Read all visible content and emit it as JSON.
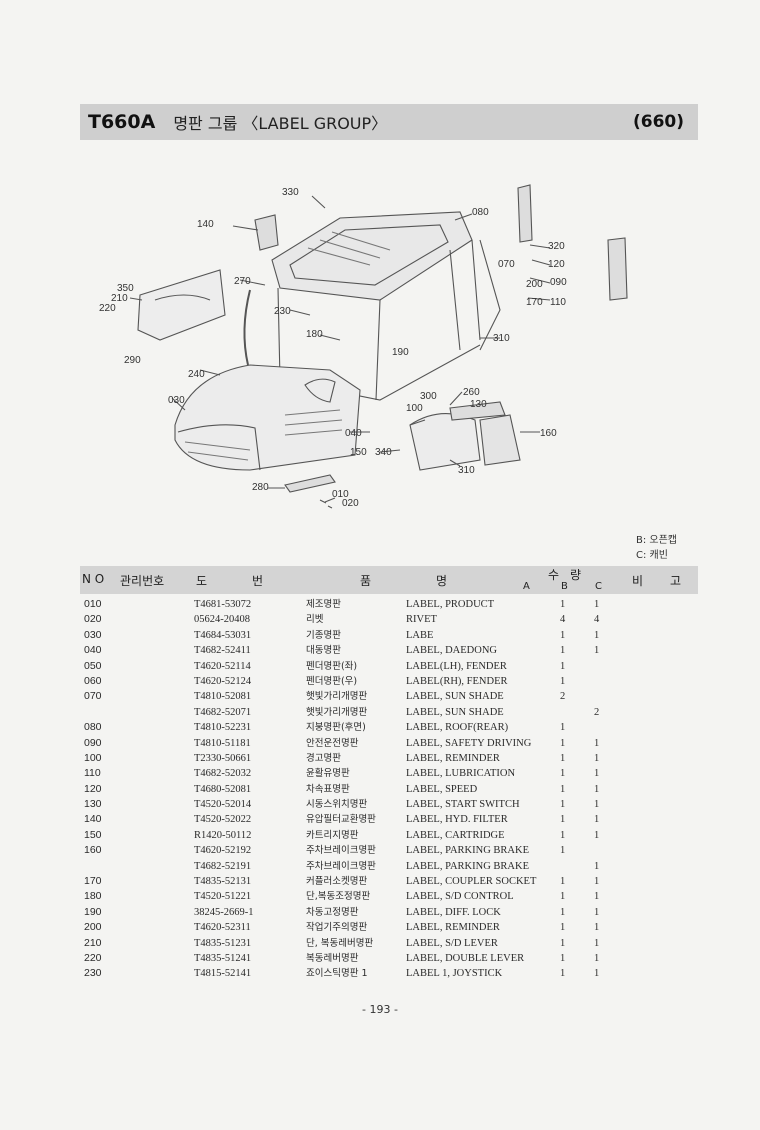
{
  "header": {
    "model": "T660A",
    "group": "명판 그룹 〈LABEL GROUP〉",
    "code": "(660)"
  },
  "diagram": {
    "callouts": [
      "330",
      "140",
      "080",
      "320",
      "070",
      "120",
      "270",
      "350",
      "210",
      "220",
      "200",
      "090",
      "170",
      "110",
      "230",
      "180",
      "310",
      "290",
      "190",
      "240",
      "260",
      "300",
      "130",
      "030",
      "100",
      "040",
      "160",
      "150",
      "340",
      "310",
      "280",
      "010",
      "020"
    ]
  },
  "legend": {
    "b": "B: 오픈캡",
    "c": "C: 캐빈"
  },
  "table": {
    "headers": {
      "no": "N O",
      "mgmt": "관리번호",
      "drawing": "도",
      "drawing2": "번",
      "name": "품",
      "name2": "명",
      "qty": "수",
      "qty2": "량",
      "a": "A",
      "b": "B",
      "c": "C",
      "remark": "비",
      "remark2": "고"
    },
    "rows": [
      {
        "no": "010",
        "part": "T4681-53072",
        "kr": "제조명판",
        "en": "LABEL, PRODUCT",
        "b": "1",
        "c": "1"
      },
      {
        "no": "020",
        "part": "05624-20408",
        "kr": "리벳",
        "en": "RIVET",
        "b": "4",
        "c": "4"
      },
      {
        "no": "030",
        "part": "T4684-53031",
        "kr": "기종명판",
        "en": "LABE",
        "b": "1",
        "c": "1"
      },
      {
        "no": "040",
        "part": "T4682-52411",
        "kr": "대동명판",
        "en": "LABEL, DAEDONG",
        "b": "1",
        "c": "1"
      },
      {
        "no": "050",
        "part": "T4620-52114",
        "kr": "펜더명판(좌)",
        "en": "LABEL(LH), FENDER",
        "b": "1",
        "c": ""
      },
      {
        "no": "060",
        "part": "T4620-52124",
        "kr": "펜더명판(우)",
        "en": "LABEL(RH), FENDER",
        "b": "1",
        "c": ""
      },
      {
        "no": "070",
        "part": "T4810-52081",
        "kr": "햇빛가리개명판",
        "en": "LABEL, SUN SHADE",
        "b": "2",
        "c": ""
      },
      {
        "no": "",
        "part": "T4682-52071",
        "kr": "햇빛가리개명판",
        "en": "LABEL, SUN SHADE",
        "b": "",
        "c": "2"
      },
      {
        "no": "080",
        "part": "T4810-52231",
        "kr": "지붕명판(후면)",
        "en": "LABEL, ROOF(REAR)",
        "b": "1",
        "c": ""
      },
      {
        "no": "090",
        "part": "T4810-51181",
        "kr": "안전운전명판",
        "en": "LABEL, SAFETY DRIVING",
        "b": "1",
        "c": "1"
      },
      {
        "no": "100",
        "part": "T2330-50661",
        "kr": "경고명판",
        "en": "LABEL, REMINDER",
        "b": "1",
        "c": "1"
      },
      {
        "no": "110",
        "part": "T4682-52032",
        "kr": "윤활유명판",
        "en": "LABEL, LUBRICATION",
        "b": "1",
        "c": "1"
      },
      {
        "no": "120",
        "part": "T4680-52081",
        "kr": "차속표명판",
        "en": "LABEL, SPEED",
        "b": "1",
        "c": "1"
      },
      {
        "no": "130",
        "part": "T4520-52014",
        "kr": "시동스위치명판",
        "en": "LABEL, START SWITCH",
        "b": "1",
        "c": "1"
      },
      {
        "no": "140",
        "part": "T4520-52022",
        "kr": "유압필터교환명판",
        "en": "LABEL, HYD. FILTER",
        "b": "1",
        "c": "1"
      },
      {
        "no": "150",
        "part": "R1420-50112",
        "kr": "카트리지명판",
        "en": "LABEL, CARTRIDGE",
        "b": "1",
        "c": "1"
      },
      {
        "no": "160",
        "part": "T4620-52192",
        "kr": "주차브레이크명판",
        "en": "LABEL, PARKING BRAKE",
        "b": "1",
        "c": ""
      },
      {
        "no": "",
        "part": "T4682-52191",
        "kr": "주차브레이크명판",
        "en": "LABEL, PARKING BRAKE",
        "b": "",
        "c": "1"
      },
      {
        "no": "170",
        "part": "T4835-52131",
        "kr": "커플러소켓명판",
        "en": "LABEL, COUPLER SOCKET",
        "b": "1",
        "c": "1"
      },
      {
        "no": "180",
        "part": "T4520-51221",
        "kr": "단,복동조정명판",
        "en": "LABEL, S/D CONTROL",
        "b": "1",
        "c": "1"
      },
      {
        "no": "190",
        "part": "38245-2669-1",
        "kr": "차동고정명판",
        "en": "LABEL, DIFF. LOCK",
        "b": "1",
        "c": "1"
      },
      {
        "no": "200",
        "part": "T4620-52311",
        "kr": "작업기주의명판",
        "en": "LABEL, REMINDER",
        "b": "1",
        "c": "1"
      },
      {
        "no": "210",
        "part": "T4835-51231",
        "kr": "단, 복동레버명판",
        "en": "LABEL, S/D LEVER",
        "b": "1",
        "c": "1"
      },
      {
        "no": "220",
        "part": "T4835-51241",
        "kr": "복동레버명판",
        "en": "LABEL, DOUBLE LEVER",
        "b": "1",
        "c": "1"
      },
      {
        "no": "230",
        "part": "T4815-52141",
        "kr": "죠이스틱명판 1",
        "en": "LABEL 1, JOYSTICK",
        "b": "1",
        "c": "1"
      }
    ]
  },
  "footer": {
    "page": "- 193 -"
  }
}
